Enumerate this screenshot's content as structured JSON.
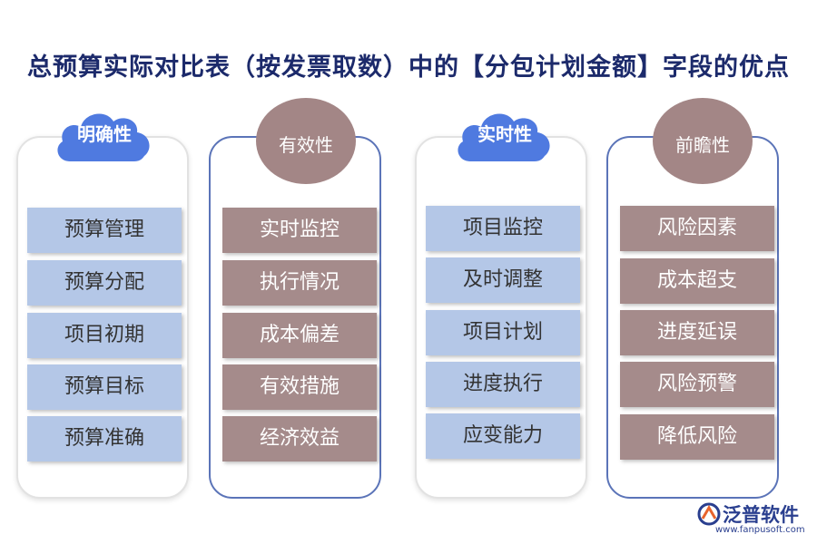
{
  "title": "总预算实际对比表（按发票取数）中的【分包计划金额】字段的优点",
  "columns": [
    {
      "heading": "明确性",
      "items": [
        "预算管理",
        "预算分配",
        "项目初期",
        "预算目标",
        "预算准确"
      ]
    },
    {
      "heading": "有效性",
      "items": [
        "实时监控",
        "执行情况",
        "成本偏差",
        "有效措施",
        "经济效益"
      ]
    },
    {
      "heading": "实时性",
      "items": [
        "项目监控",
        "及时调整",
        "项目计划",
        "进度执行",
        "应变能力"
      ]
    },
    {
      "heading": "前瞻性",
      "items": [
        "风险因素",
        "成本超支",
        "进度延误",
        "风险预警",
        "降低风险"
      ]
    }
  ],
  "brand": {
    "name": "泛普软件",
    "url": "www.fanpusoft.com"
  },
  "colors": {
    "title": "#1c2a6b",
    "light_blue": "#b4c7e7",
    "brown": "#a58b8b",
    "cloud": "#4f7ae0",
    "border_blue": "#5b74b8"
  },
  "icons": {
    "cloud": "cloud-icon",
    "logo": "fanpu-logo-icon"
  }
}
